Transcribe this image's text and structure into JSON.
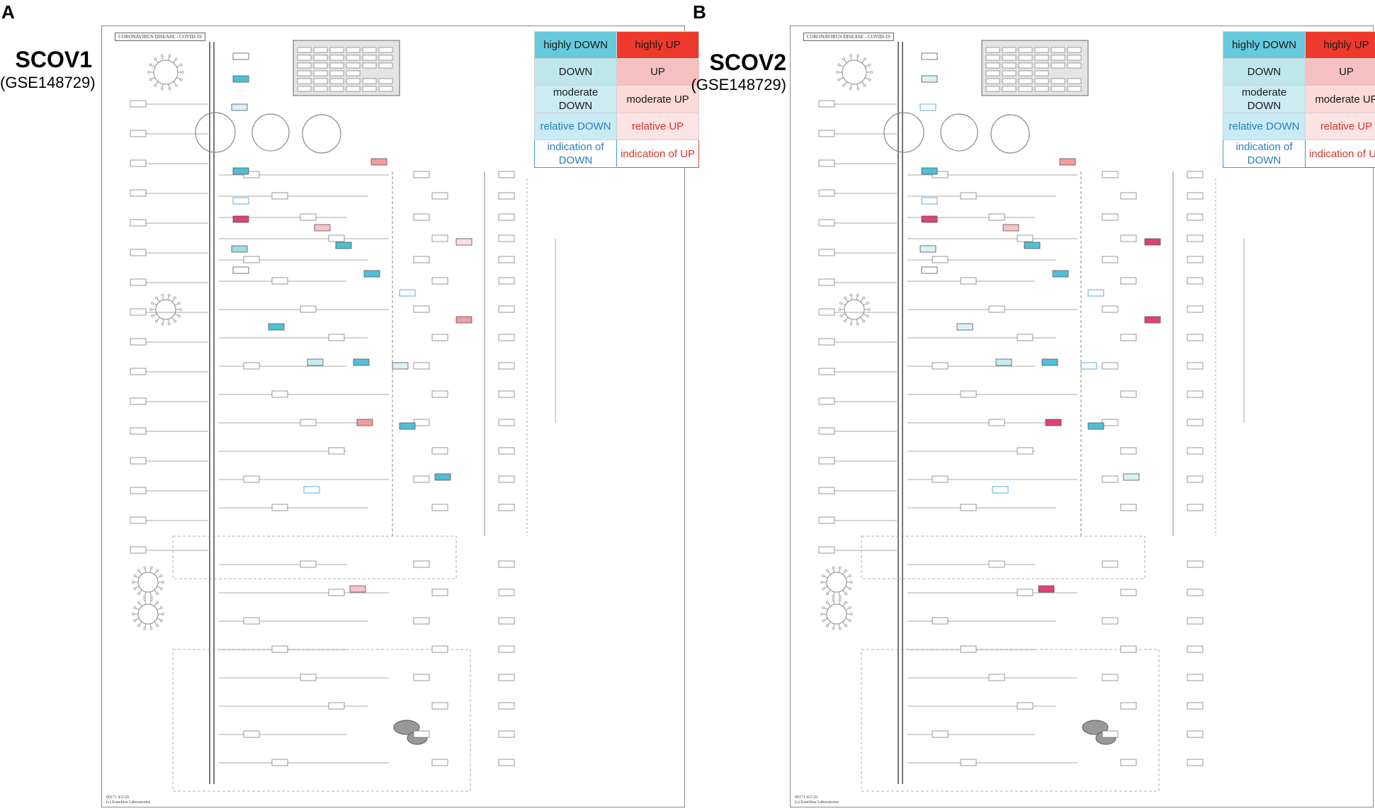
{
  "panels": [
    {
      "letter": "A",
      "name": "SCOV1",
      "dataset": "(GSE148729)",
      "map_title": "CORONAVIRUS DISEASE - COVID-19",
      "footer": [
        "00171 4/2/20",
        "(c) Kanehisa Laboratories"
      ],
      "nodes": [
        {
          "level": "neutral"
        },
        {
          "level": "hd"
        },
        {
          "level": "rel_d"
        },
        {
          "level": "up"
        },
        {
          "level": "hd"
        },
        {
          "level": "ind_d"
        },
        {
          "level": "hu"
        },
        {
          "level": "mod_u"
        },
        {
          "level": "down"
        },
        {
          "level": "hd"
        },
        {
          "level": "rel_u"
        },
        {
          "level": "neutral"
        },
        {
          "level": "hd"
        },
        {
          "level": "ind_d"
        },
        {
          "level": "up"
        },
        {
          "level": "hd"
        },
        {
          "level": "mod_d"
        },
        {
          "level": "hd"
        },
        {
          "level": "rel_d"
        },
        {
          "level": "up"
        },
        {
          "level": "hd"
        },
        {
          "level": "hd"
        },
        {
          "level": "ind_d"
        },
        {
          "level": "mod_u"
        }
      ]
    },
    {
      "letter": "B",
      "name": "SCOV2",
      "dataset": "(GSE148729)",
      "map_title": "CORONAVIRUS DISEASE - COVID-19",
      "footer": [
        "00171 4/2/20",
        "(c) Kanehisa Laboratories"
      ],
      "nodes": [
        {
          "level": "neutral"
        },
        {
          "level": "rel_d"
        },
        {
          "level": "ind_d"
        },
        {
          "level": "up"
        },
        {
          "level": "hd"
        },
        {
          "level": "ind_d"
        },
        {
          "level": "hu"
        },
        {
          "level": "mod_u"
        },
        {
          "level": "rel_d"
        },
        {
          "level": "hd"
        },
        {
          "level": "hu"
        },
        {
          "level": "neutral"
        },
        {
          "level": "hd"
        },
        {
          "level": "ind_d"
        },
        {
          "level": "hu"
        },
        {
          "level": "rel_d"
        },
        {
          "level": "mod_d"
        },
        {
          "level": "hd"
        },
        {
          "level": "ind_d"
        },
        {
          "level": "hu"
        },
        {
          "level": "hd"
        },
        {
          "level": "rel_d"
        },
        {
          "level": "ind_d"
        },
        {
          "level": "hu"
        }
      ]
    }
  ],
  "legend": {
    "rows": [
      {
        "down": "highly DOWN",
        "up": "highly UP"
      },
      {
        "down": "DOWN",
        "up": "UP"
      },
      {
        "down": "moderate DOWN",
        "up": "moderate UP"
      },
      {
        "down": "relative DOWN",
        "up": "relative UP"
      },
      {
        "down": "indication of DOWN",
        "up": "indication of UP"
      }
    ]
  },
  "colors": {
    "hd": "#4fc0d6",
    "down": "#9fdbe6",
    "mod_d": "#c6ebf2",
    "rel_d": "#d9f1f7",
    "ind_d": "#ffffff",
    "hu": "#e0407a",
    "up": "#f29aa0",
    "mod_u": "#f7c3c7",
    "rel_u": "#fbdbe0",
    "ind_u": "#ffffff",
    "neutral": "#ffffff",
    "membrane": "#777777",
    "line": "#555555"
  }
}
